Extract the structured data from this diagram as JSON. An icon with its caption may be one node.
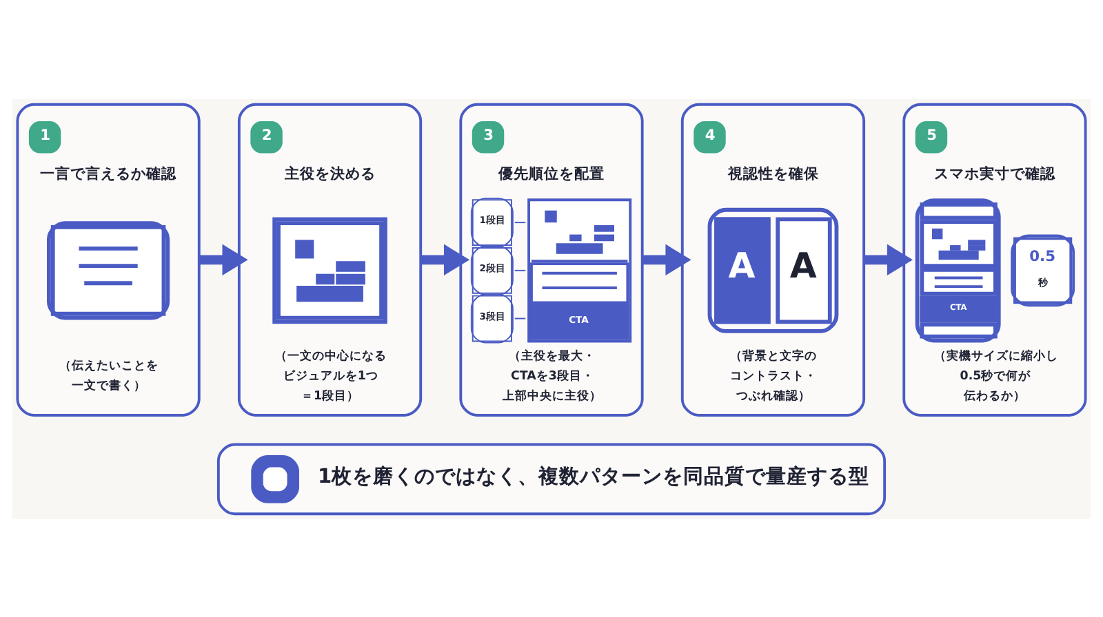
{
  "diagram": {
    "nodes": [
      {
        "text": [
          "1",
          "一言で言えるか確認",
          "（伝えたいことを一文で書く）"
        ]
      },
      {
        "text": [
          "2",
          "主役を決める",
          "（一文の中心になるビジュアルを1つ＝1段目）"
        ]
      },
      {
        "text": [
          "3",
          "優先順位を配置",
          "1段目",
          "2段目",
          "3段目",
          "CTA",
          "（主役を最大・CTAを3段目・上部中央に主役）"
        ]
      },
      {
        "text": [
          "4",
          "視認性を確保",
          "A",
          "A",
          "（背景と文字のコントラスト・つぶれ確認）"
        ]
      },
      {
        "text": [
          "5",
          "スマホ実寸で確認",
          "CTA",
          "0.5",
          "秒",
          "（実機サイズに縮小し0.5秒で何が伝わるか）"
        ]
      },
      {
        "text": [
          "1枚を磨くのではなく、複数パターンを同品質で量産する型"
        ]
      }
    ],
    "edges": [
      {
        "from": 0,
        "to": 1,
        "arrow": "to"
      },
      {
        "from": 1,
        "to": 2,
        "arrow": "to"
      },
      {
        "from": 2,
        "to": 3,
        "arrow": "to"
      },
      {
        "from": 3,
        "to": 4,
        "arrow": "to"
      }
    ]
  }
}
